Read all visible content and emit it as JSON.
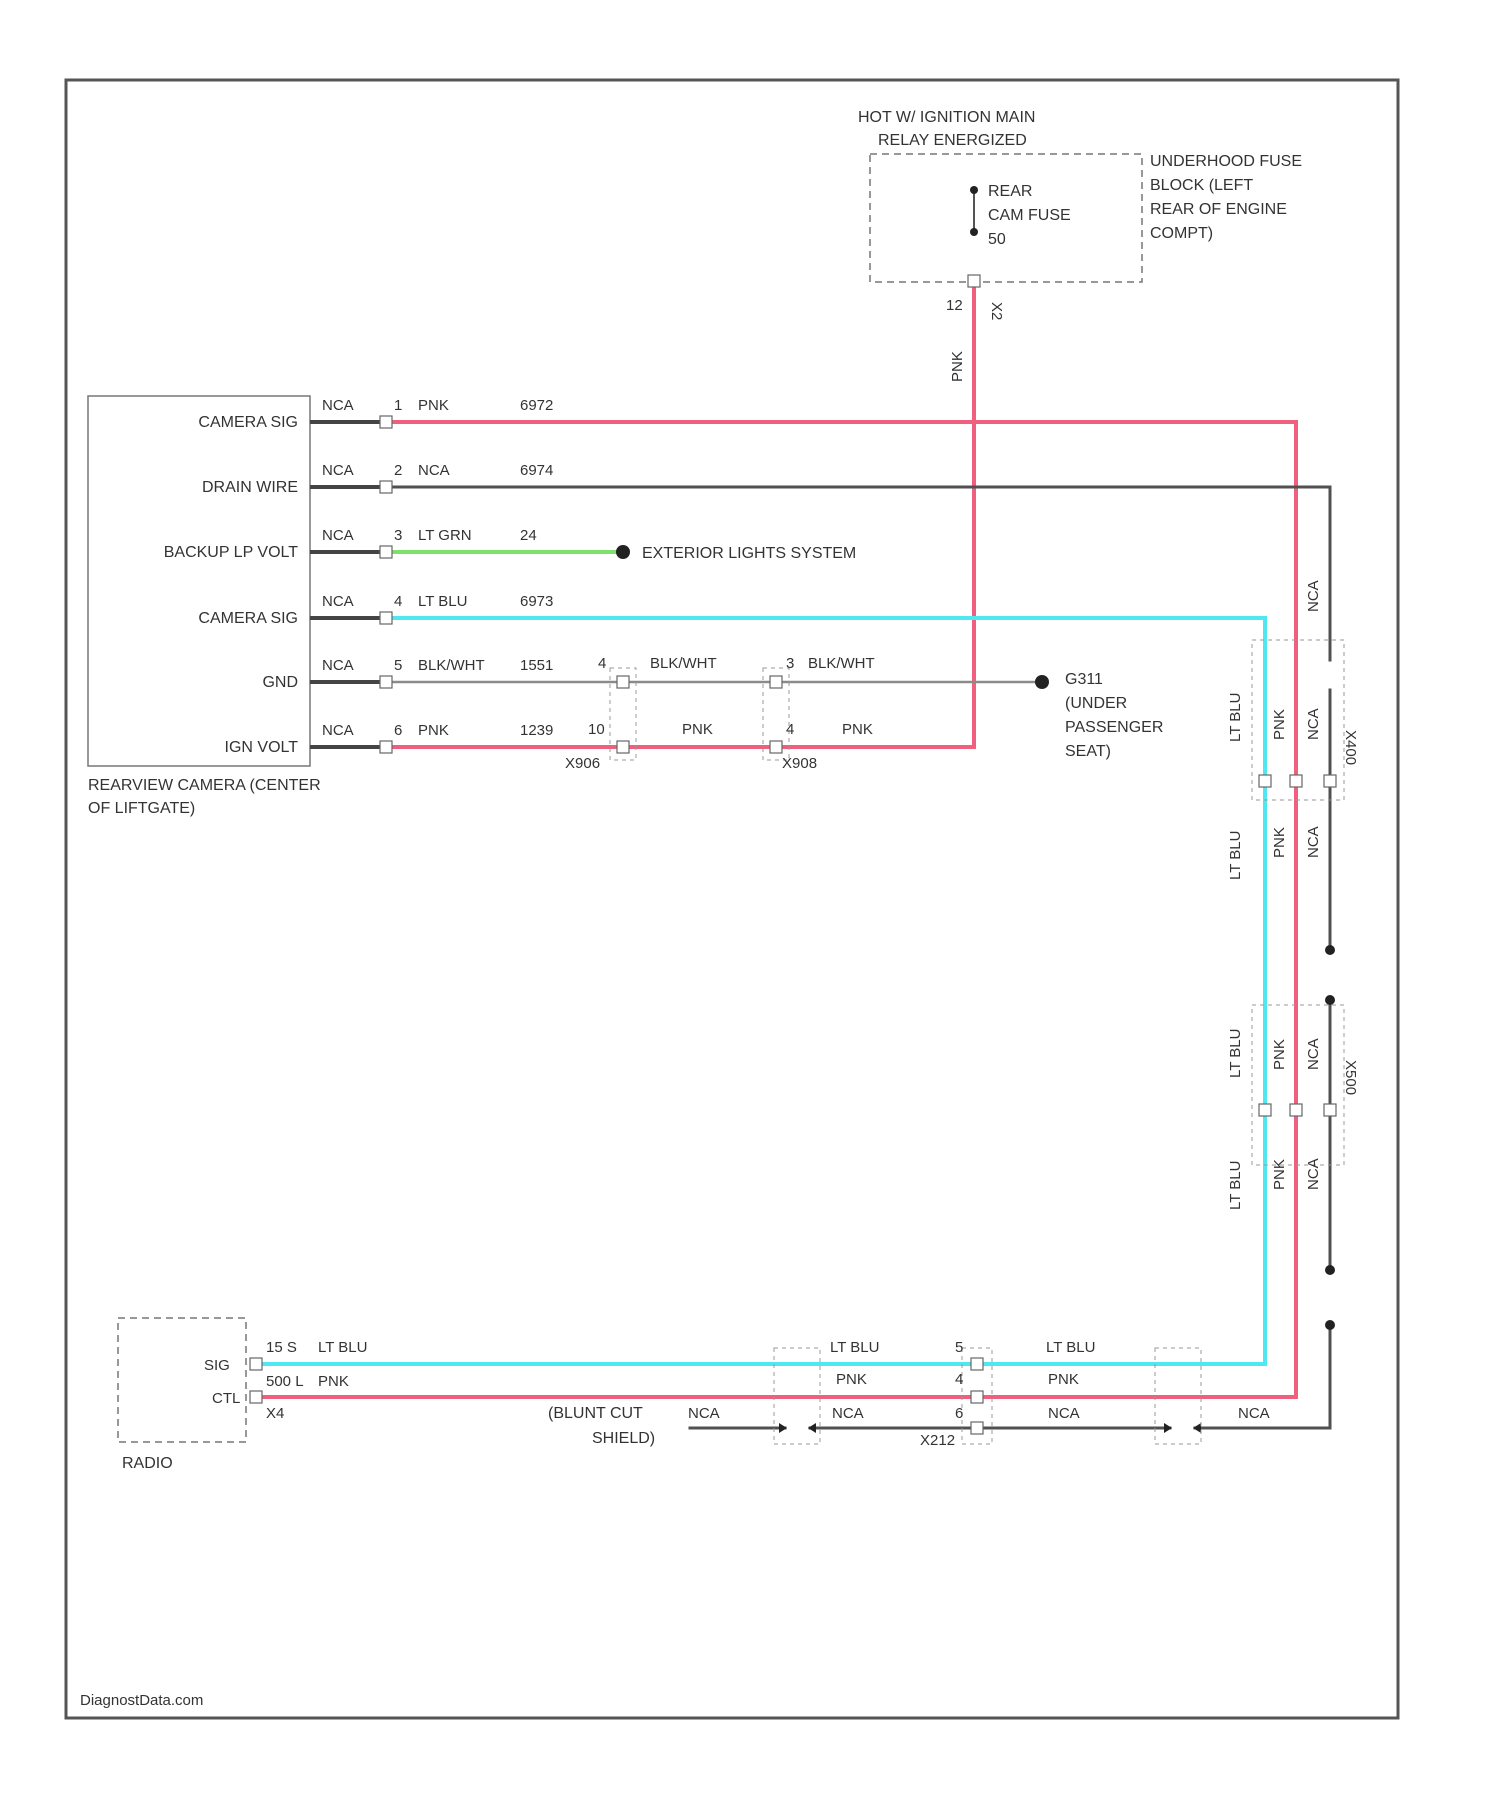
{
  "colors": {
    "pink": "#f0607e",
    "lt_blue": "#4fe8f0",
    "lt_green": "#7ee06a",
    "neg": "#505050",
    "black_white": "#8a8a8a"
  },
  "fuse_block": {
    "hot_label_line1": "HOT W/ IGNITION MAIN",
    "hot_label_line2": "RELAY ENERGIZED",
    "fuse_name_line1": "REAR",
    "fuse_name_line2": "CAM FUSE",
    "fuse_name_line3": "50",
    "location_line1": "UNDERHOOD FUSE",
    "location_line2": "BLOCK (LEFT",
    "location_line3": "REAR OF ENGINE",
    "location_line4": "COMPT)",
    "output_pin": "12",
    "connector": "X2",
    "wire_color": "PNK"
  },
  "camera": {
    "title_line1": "REARVIEW CAMERA (CENTER",
    "title_line2": "OF LIFTGATE)",
    "pins": [
      {
        "label": "CAMERA SIG",
        "splice": "NCA",
        "pin": "1",
        "color": "PNK",
        "circuit": "6972"
      },
      {
        "label": "DRAIN WIRE",
        "splice": "NCA",
        "pin": "2",
        "color": "NCA",
        "circuit": "6974"
      },
      {
        "label": "BACKUP LP VOLT",
        "splice": "NCA",
        "pin": "3",
        "color": "LT GRN",
        "circuit": "24"
      },
      {
        "label": "CAMERA SIG",
        "splice": "NCA",
        "pin": "4",
        "color": "LT BLU",
        "circuit": "6973"
      },
      {
        "label": "GND",
        "splice": "NCA",
        "pin": "5",
        "color": "BLK/WHT",
        "circuit": "1551"
      },
      {
        "label": "IGN VOLT",
        "splice": "NCA",
        "pin": "6",
        "color": "PNK",
        "circuit": "1239"
      }
    ]
  },
  "exterior_lights": "EXTERIOR LIGHTS SYSTEM",
  "ground_connector": {
    "pin": "4",
    "color": "BLK/WHT",
    "pin2": "3",
    "color2": "BLK/WHT"
  },
  "ign_connector": {
    "pin": "10",
    "color": "PNK",
    "pin2": "4",
    "color2": "PNK"
  },
  "inline_connectors": {
    "first": "X906",
    "second": "X908"
  },
  "ground_point": {
    "line1": "G311",
    "line2": "(UNDER",
    "line3": "PASSENGER",
    "line4": "SEAT)"
  },
  "vertical_labels": {
    "lt_blu": "LT BLU",
    "pnk": "PNK",
    "nca": "NCA",
    "connector_a": "X400",
    "connector_b": "X500"
  },
  "radio": {
    "name": "RADIO",
    "pin_sig_label": "SIG",
    "pin_ctl_label": "CTL",
    "sig_pin": "15 S",
    "sig_color": "LT BLU",
    "ctl_pin": "500 L",
    "ctl_color": "PNK",
    "ctl_connector": "X4"
  },
  "bottom": {
    "shield_line1": "(BLUNT CUT",
    "shield_line2": "SHIELD)",
    "nca": "NCA",
    "lt_blu": "LT BLU",
    "pnk": "PNK",
    "pin5": "5",
    "pin4": "4",
    "pin6": "6",
    "connector": "X212"
  },
  "watermark": "DiagnostData.com"
}
